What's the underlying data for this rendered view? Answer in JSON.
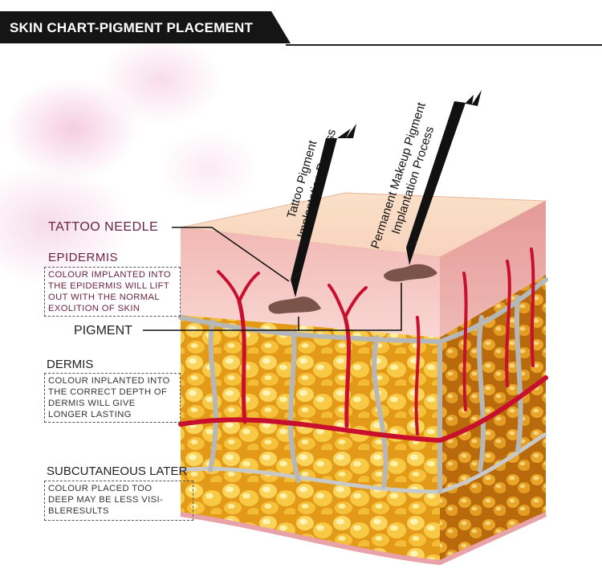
{
  "header": {
    "title": "SKIN CHART-PIGMENT PLACEMENT"
  },
  "process_labels": {
    "tattoo": [
      "Tattoo Pigment",
      "Implantation Process"
    ],
    "pmu": [
      "Permanent Makeup Pigment",
      "Implantation Process"
    ]
  },
  "labels": {
    "tattoo_needle": "TATTOO NEEDLE",
    "epidermis": "EPIDERMIS",
    "pigment": "PIGMENT",
    "dermis": "DERMIS",
    "subcutaneous": "SUBCUTANEOUS LATER"
  },
  "notes": {
    "epidermis": [
      "COLOUR IMPLANTED INTO",
      "THE EPIDERMIS WILL LIFT",
      "OUT WITH THE NORMAL",
      "EXOLITION OF SKIN"
    ],
    "dermis": [
      "COLOUR INPLANTED INTO",
      "THE CORRECT DEPTH OF",
      "DERMIS WILL GIVE",
      "LONGER LASTING"
    ],
    "subcutaneous": [
      "COLOUR PLACED TOO",
      "DEEP MAY BE LESS VISI-",
      "BLERESULTS"
    ]
  },
  "colors": {
    "epidermis": "#f6c7c4",
    "dermis_fat": "#f2b42a",
    "vessel": "#c8102e",
    "fiber": "#b9b9b9",
    "pigment": "#7a5448"
  }
}
